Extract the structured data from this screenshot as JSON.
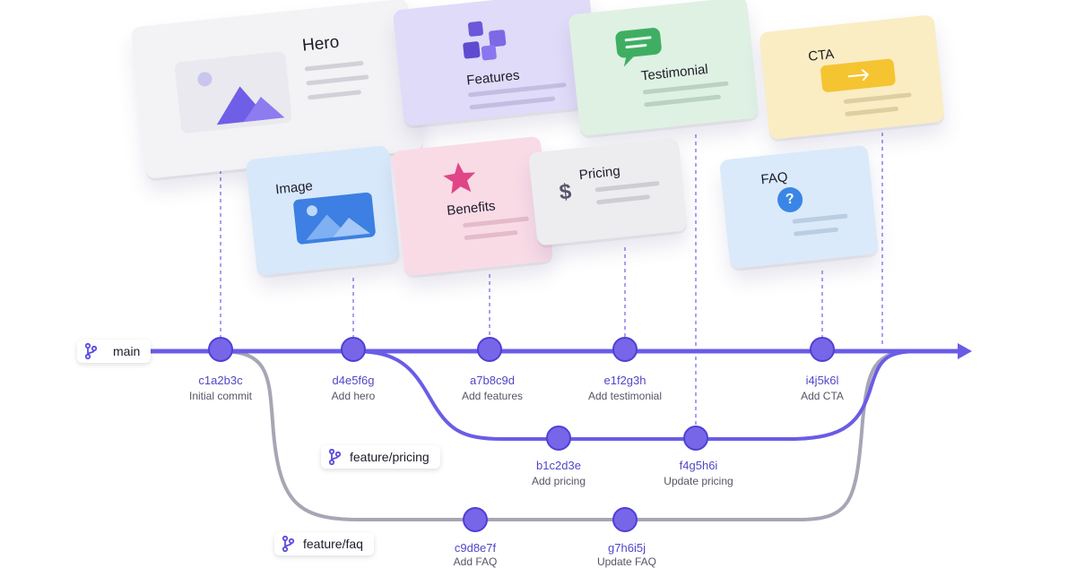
{
  "colors": {
    "main": "#6a5ce6",
    "feature_pricing": "#6a5ce6",
    "feature_faq": "#a6a6b4",
    "commit_fill": "#7866e8",
    "hash_text": "#5146c7"
  },
  "cards": {
    "hero": {
      "title": "Hero",
      "color": "#f3f3f6",
      "icon": "image-mountain-icon"
    },
    "features": {
      "title": "Features",
      "color": "#e0dbf8",
      "icon": "cubes-icon"
    },
    "testimonial": {
      "title": "Testimonial",
      "color": "#dff1e3",
      "icon": "chat-bubble-icon"
    },
    "cta": {
      "title": "CTA",
      "color": "#faedc3",
      "icon": "arrow-button-icon"
    },
    "image": {
      "title": "Image",
      "color": "#d7e8fa",
      "icon": "image-icon"
    },
    "benefits": {
      "title": "Benefits",
      "color": "#f9dbe6",
      "icon": "star-icon"
    },
    "pricing": {
      "title": "Pricing",
      "color": "#ededf0",
      "icon": "dollar-icon"
    },
    "faq": {
      "title": "FAQ",
      "color": "#daeafa",
      "icon": "question-icon"
    }
  },
  "branches": {
    "main": {
      "label": "main"
    },
    "feature_pricing": {
      "label": "feature/pricing"
    },
    "feature_faq": {
      "label": "feature/faq"
    }
  },
  "commits": [
    {
      "hash": "c1a2b3c",
      "message": "Initial commit",
      "branch": "main"
    },
    {
      "hash": "d4e5f6g",
      "message": "Add hero",
      "branch": "main"
    },
    {
      "hash": "a7b8c9d",
      "message": "Add features",
      "branch": "main"
    },
    {
      "hash": "e1f2g3h",
      "message": "Add testimonial",
      "branch": "main"
    },
    {
      "hash": "i4j5k6l",
      "message": "Add CTA",
      "branch": "main"
    },
    {
      "hash": "b1c2d3e",
      "message": "Add pricing",
      "branch": "feature/pricing"
    },
    {
      "hash": "f4g5h6i",
      "message": "Update pricing",
      "branch": "feature/pricing"
    },
    {
      "hash": "c9d8e7f",
      "message": "Add FAQ",
      "branch": "feature/faq"
    },
    {
      "hash": "g7h6i5j",
      "message": "Update FAQ",
      "branch": "feature/faq"
    }
  ]
}
